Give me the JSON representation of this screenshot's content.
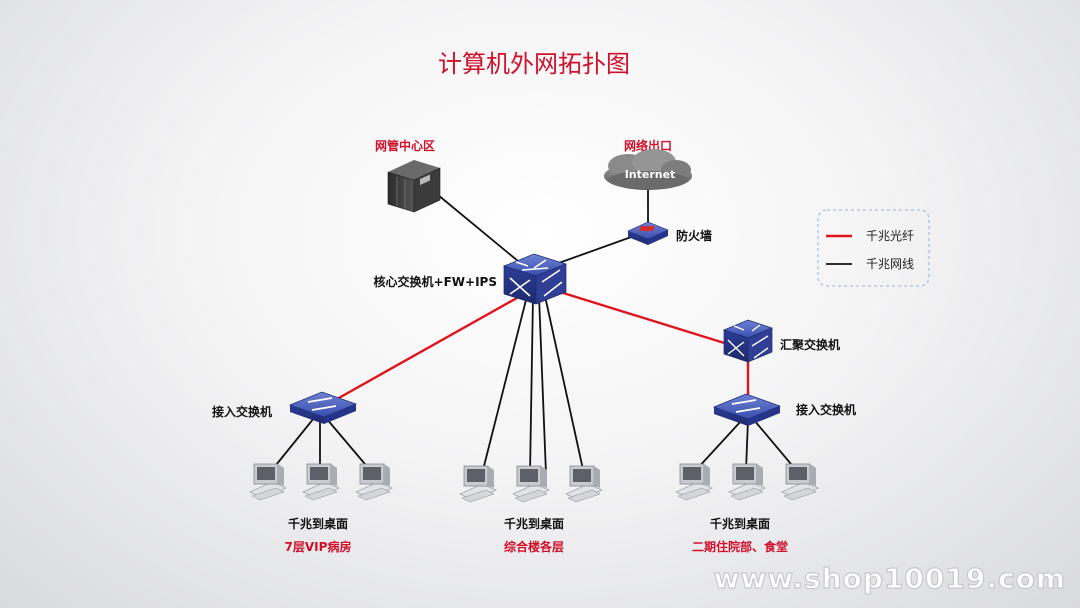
{
  "title": "计算机外网拓扑图",
  "nodes": {
    "nms": "网管中心区",
    "exit": "网络出口",
    "internet": "Internet",
    "firewall": "防火墙",
    "core": "核心交换机+FW+IPS",
    "aggregation": "汇聚交换机",
    "access_left": "接入交换机",
    "access_right": "接入交换机"
  },
  "groups": [
    {
      "caption": "千兆到桌面",
      "location": "7层VIP病房"
    },
    {
      "caption": "千兆到桌面",
      "location": "综合楼各层"
    },
    {
      "caption": "千兆到桌面",
      "location": "二期住院部、食堂"
    }
  ],
  "legend": {
    "fiber": "千兆光纤",
    "copper": "千兆网线"
  },
  "colors": {
    "fiber": "#e0141e",
    "copper": "#111111",
    "title": "#d0102a",
    "device_blue": "#2e3f9a"
  },
  "watermark": "www.shop10019.com"
}
